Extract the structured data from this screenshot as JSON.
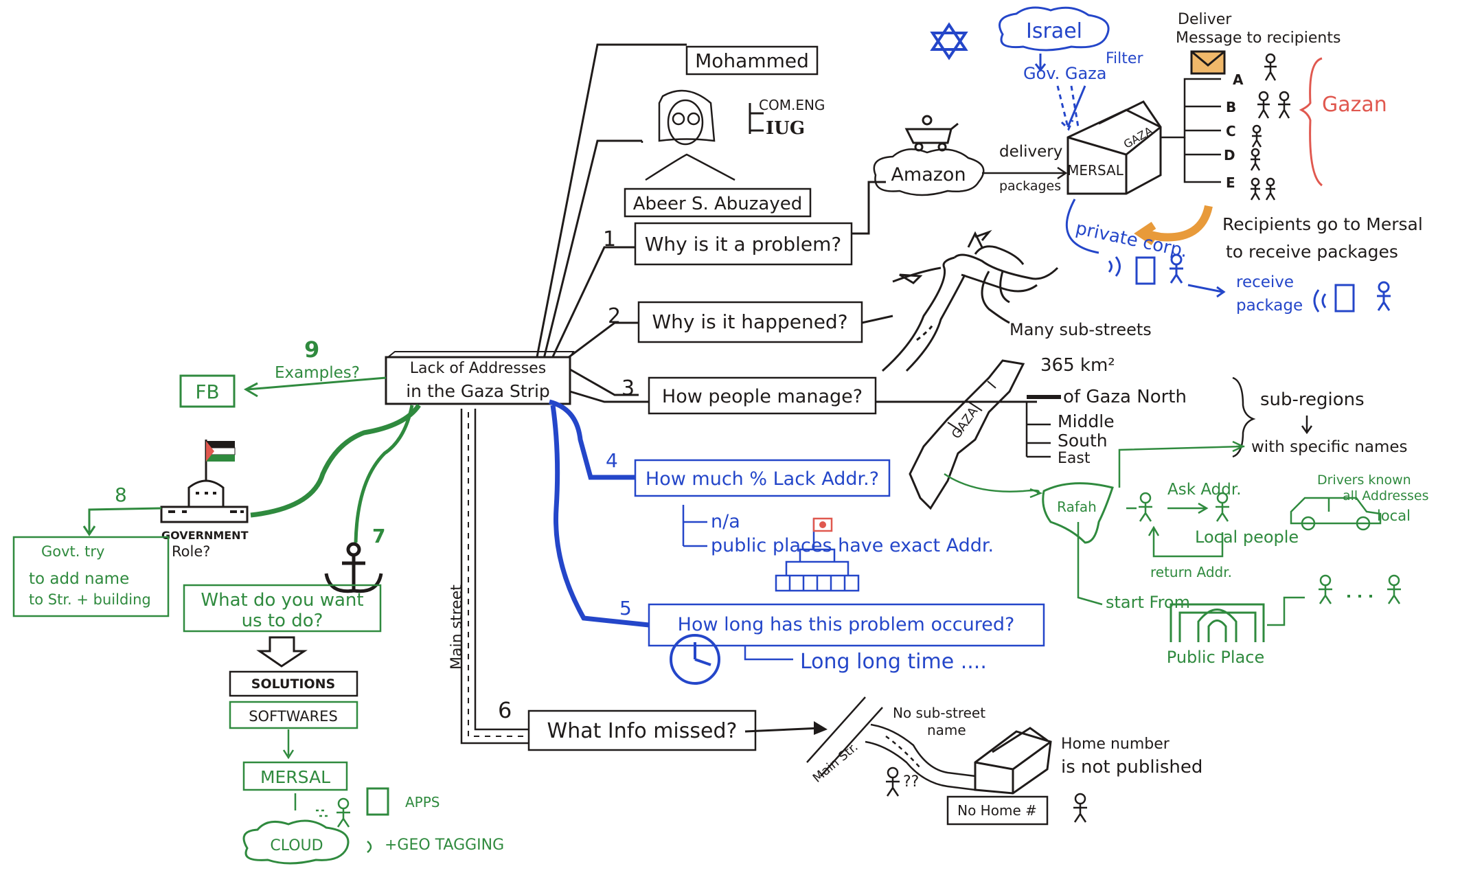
{
  "colors": {
    "black": "#1f1b1a",
    "blue": "#2446c9",
    "green": "#2f8a3e",
    "red": "#e0584f",
    "orange": "#e89a3a"
  },
  "person": {
    "name": "Mohammed",
    "full_name": "Abeer S. Abuzayed",
    "dept": "COM.ENG",
    "school": "IUG"
  },
  "center": {
    "line1": "Lack of Addresses",
    "line2": "in the Gaza Strip"
  },
  "q1": {
    "num": "1",
    "text": "Why is it a problem?"
  },
  "q2": {
    "num": "2",
    "text": "Why is it happened?"
  },
  "q3": {
    "num": "3",
    "text": "How people manage?"
  },
  "q4": {
    "num": "4",
    "text": "How much % Lack Addr.?"
  },
  "q5": {
    "num": "5",
    "text": "How long has this problem occured?"
  },
  "q6": {
    "num": "6",
    "text": "What Info missed?"
  },
  "q7": {
    "num": "7",
    "text": "What do you want",
    "text2": "us to do?"
  },
  "q8": {
    "num": "8",
    "label1": "GOVERNMENT",
    "label2": "Role?",
    "gov1": "Govt. try",
    "gov2": "to add name",
    "gov3": "to Str. + building"
  },
  "q9": {
    "num": "9",
    "text": "Examples?",
    "fb": "FB"
  },
  "problem": {
    "israel": "Israel",
    "filter": "Filter",
    "gov_gaza": "Gov. Gaza",
    "deliver1": "Deliver",
    "deliver2": "Message to recipients",
    "amazon": "Amazon",
    "delivery": "delivery",
    "packages": "packages",
    "mersal": "MERSAL",
    "gaza": "GAZA",
    "gazan": "Gazan",
    "recipients": [
      "A",
      "B",
      "C",
      "D",
      "E"
    ],
    "private": "private corp.",
    "go1": "Recipients go to Mersal",
    "go2": "to receive packages",
    "receive1": "receive",
    "receive2": "package"
  },
  "happened": {
    "substreets": "Many sub-streets"
  },
  "manage": {
    "area": "365 km²",
    "north": "of Gaza North",
    "regions": [
      "Middle",
      "South",
      "East"
    ],
    "sub1": "sub-regions",
    "sub2": "with specific names",
    "gaza": "GAZA",
    "rafah": "Rafah",
    "ask": "Ask Addr.",
    "local": "Local people",
    "return": "return Addr.",
    "drivers1": "Drivers known",
    "drivers2": "all Addresses",
    "drivers3": "local",
    "start": "start From",
    "public": "Public Place"
  },
  "percent": {
    "na": "n/a",
    "public": "public places have exact Addr."
  },
  "duration": {
    "text": "Long long time ...."
  },
  "missed": {
    "nosub1": "No sub-street",
    "nosub2": "name",
    "home1": "Home number",
    "home2": "is not published",
    "nohome": "No Home #",
    "mainstr": "Main Str.",
    "q": "??"
  },
  "main_street": "Main street",
  "solutions": {
    "solutions": "SOLUTIONS",
    "softwares": "SOFTWARES",
    "mersal": "MERSAL",
    "apps": "APPS",
    "cloud": "CLOUD",
    "geo": "+GEO TAGGING"
  }
}
